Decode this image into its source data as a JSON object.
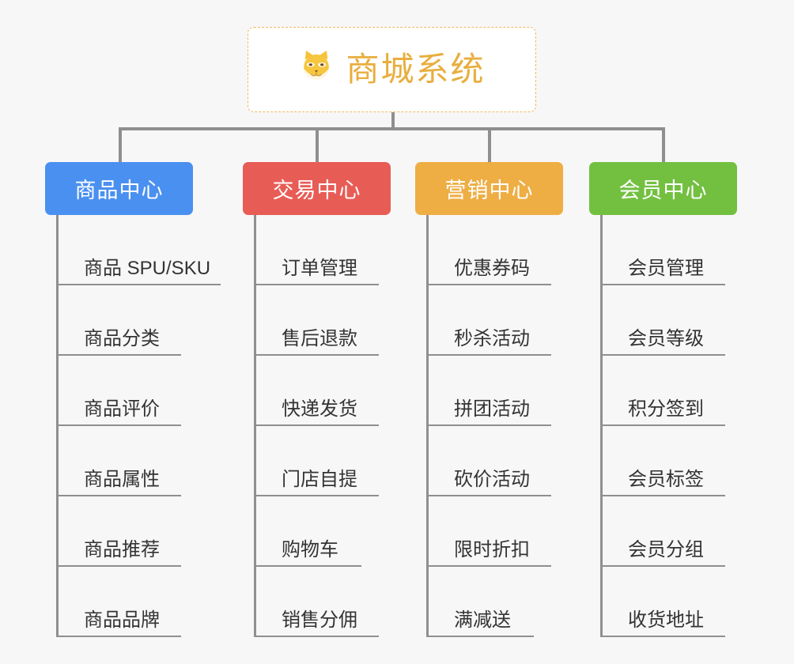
{
  "diagram": {
    "type": "org-chart",
    "background_color": "#f7f7f7",
    "root": {
      "icon": "shiba-dog-face-icon",
      "icon_glyph": "🐕",
      "title": "商城系统",
      "title_color": "#e8ae3e",
      "border_color": "#f0b860",
      "background_color": "#ffffff"
    },
    "connector_color": "#8f8f8f",
    "columns": [
      {
        "id": "product-center",
        "header": "商品中心",
        "color": "#4a90f0",
        "color_class": "blue",
        "items": [
          "商品 SPU/SKU",
          "商品分类",
          "商品评价",
          "商品属性",
          "商品推荐",
          "商品品牌"
        ]
      },
      {
        "id": "trade-center",
        "header": "交易中心",
        "color": "#e85c56",
        "color_class": "red",
        "items": [
          "订单管理",
          "售后退款",
          "快递发货",
          "门店自提",
          "购物车",
          "销售分佣"
        ]
      },
      {
        "id": "marketing-center",
        "header": "营销中心",
        "color": "#eeae44",
        "color_class": "orange",
        "items": [
          "优惠券码",
          "秒杀活动",
          "拼团活动",
          "砍价活动",
          "限时折扣",
          "满减送"
        ]
      },
      {
        "id": "member-center",
        "header": "会员中心",
        "color": "#73c041",
        "color_class": "green",
        "items": [
          "会员管理",
          "会员等级",
          "积分签到",
          "会员标签",
          "会员分组",
          "收货地址"
        ]
      }
    ]
  }
}
